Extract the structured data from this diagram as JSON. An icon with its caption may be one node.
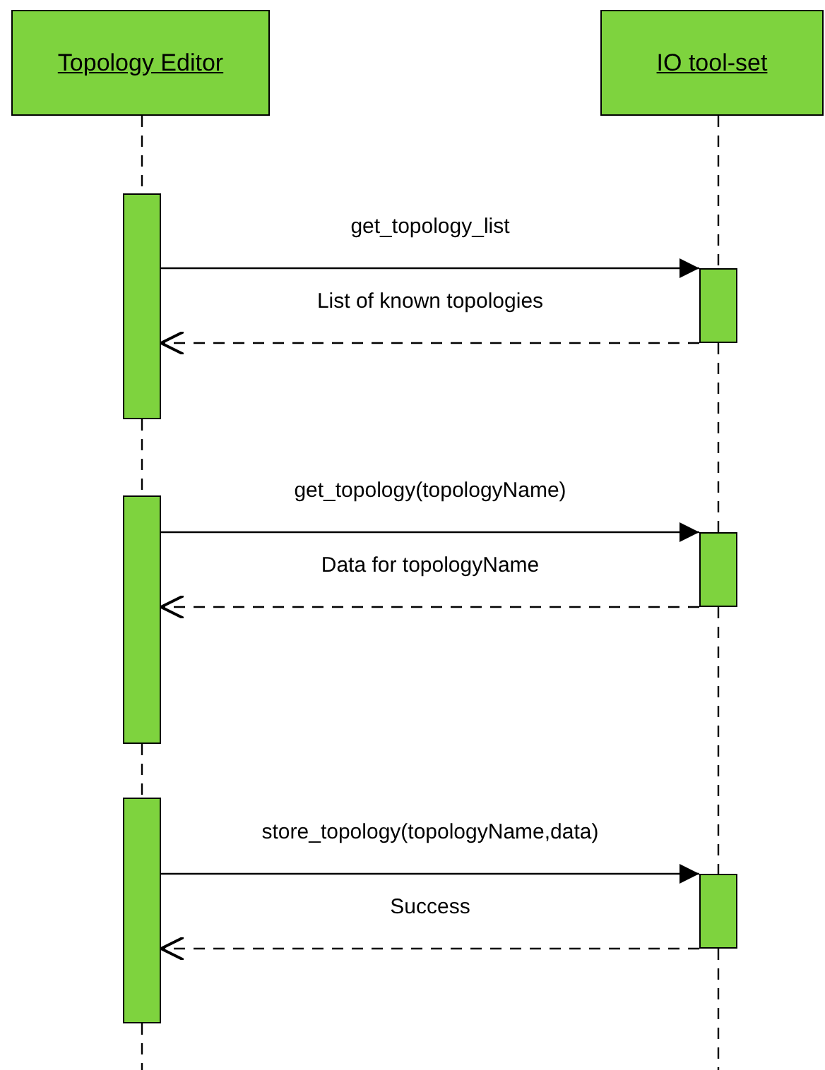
{
  "diagram": {
    "nodes": [
      {
        "text": [
          "Topology Editor"
        ]
      },
      {
        "text": [
          "IO tool-set"
        ]
      },
      {
        "text": [],
        "shape": "bar"
      },
      {
        "text": [],
        "shape": "bar"
      },
      {
        "text": [],
        "shape": "bar"
      },
      {
        "text": [],
        "shape": "bar"
      },
      {
        "text": [],
        "shape": "bar"
      },
      {
        "text": [],
        "shape": "bar"
      }
    ],
    "edges": [
      {
        "from": 0,
        "to": 2,
        "arrow": "none",
        "style": "dashed"
      },
      {
        "from": 2,
        "to": 4,
        "arrow": "none",
        "style": "dashed"
      },
      {
        "from": 4,
        "to": 6,
        "arrow": "none",
        "style": "dashed"
      },
      {
        "from": 6,
        "to": null,
        "arrow": "none",
        "style": "dashed"
      },
      {
        "from": 1,
        "to": 3,
        "arrow": "none",
        "style": "dashed"
      },
      {
        "from": 3,
        "to": 5,
        "arrow": "none",
        "style": "dashed"
      },
      {
        "from": 5,
        "to": 7,
        "arrow": "none",
        "style": "dashed"
      },
      {
        "from": 7,
        "to": null,
        "arrow": "none",
        "style": "dashed"
      },
      {
        "from": 2,
        "to": 3,
        "arrow": "to",
        "label": "get_topology_list"
      },
      {
        "from": 3,
        "to": 2,
        "arrow": "to",
        "style": "dashed",
        "label": "List of known topologies"
      },
      {
        "from": 4,
        "to": 5,
        "arrow": "to",
        "label": "get_topology(topologyName)"
      },
      {
        "from": 5,
        "to": 4,
        "arrow": "to",
        "style": "dashed",
        "label": "Data for topologyName"
      },
      {
        "from": 6,
        "to": 7,
        "arrow": "to",
        "label": "store_topology(topologyName,data)"
      },
      {
        "from": 7,
        "to": 6,
        "arrow": "to",
        "style": "dashed",
        "label": "Success"
      }
    ]
  }
}
